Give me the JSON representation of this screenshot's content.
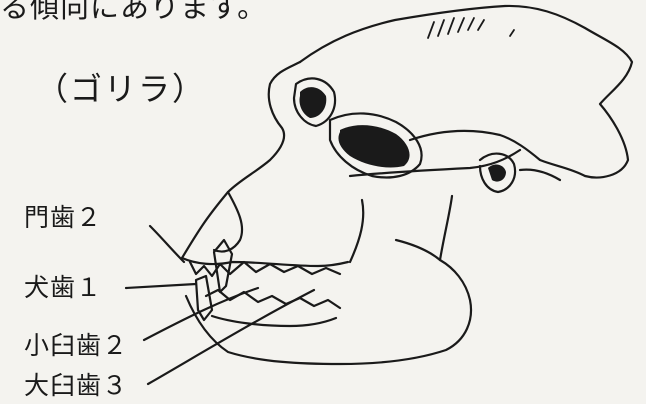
{
  "header_text": "る傾向にあります。",
  "animal_label": "（ゴリラ）",
  "tooth_labels": {
    "incisor": "門歯２",
    "canine": "犬歯１",
    "premolar": "小臼歯２",
    "molar": "大臼歯３"
  },
  "ink_color": "#1a1a1a",
  "paper_color": "#f4f3ef"
}
